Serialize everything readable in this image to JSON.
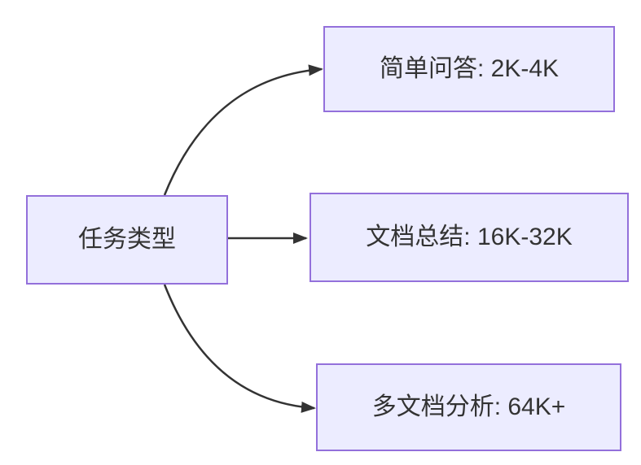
{
  "diagram": {
    "type": "flowchart",
    "direction": "LR",
    "root": {
      "label": "任务类型"
    },
    "children": [
      {
        "label": "简单问答: 2K-4K"
      },
      {
        "label": "文档总结: 16K-32K"
      },
      {
        "label": "多文档分析: 64K+"
      }
    ],
    "edges": [
      {
        "from": "任务类型",
        "to": "简单问答: 2K-4K",
        "shape": "curved-up",
        "arrowhead": "filled-triangle"
      },
      {
        "from": "任务类型",
        "to": "文档总结: 16K-32K",
        "shape": "straight",
        "arrowhead": "filled-triangle"
      },
      {
        "from": "任务类型",
        "to": "多文档分析: 64K+",
        "shape": "curved-down",
        "arrowhead": "filled-triangle"
      }
    ],
    "colors": {
      "node_fill": "#ECECFF",
      "node_border": "#9370DB",
      "edge": "#333333",
      "text": "#333333",
      "background": "#FFFFFF"
    }
  }
}
